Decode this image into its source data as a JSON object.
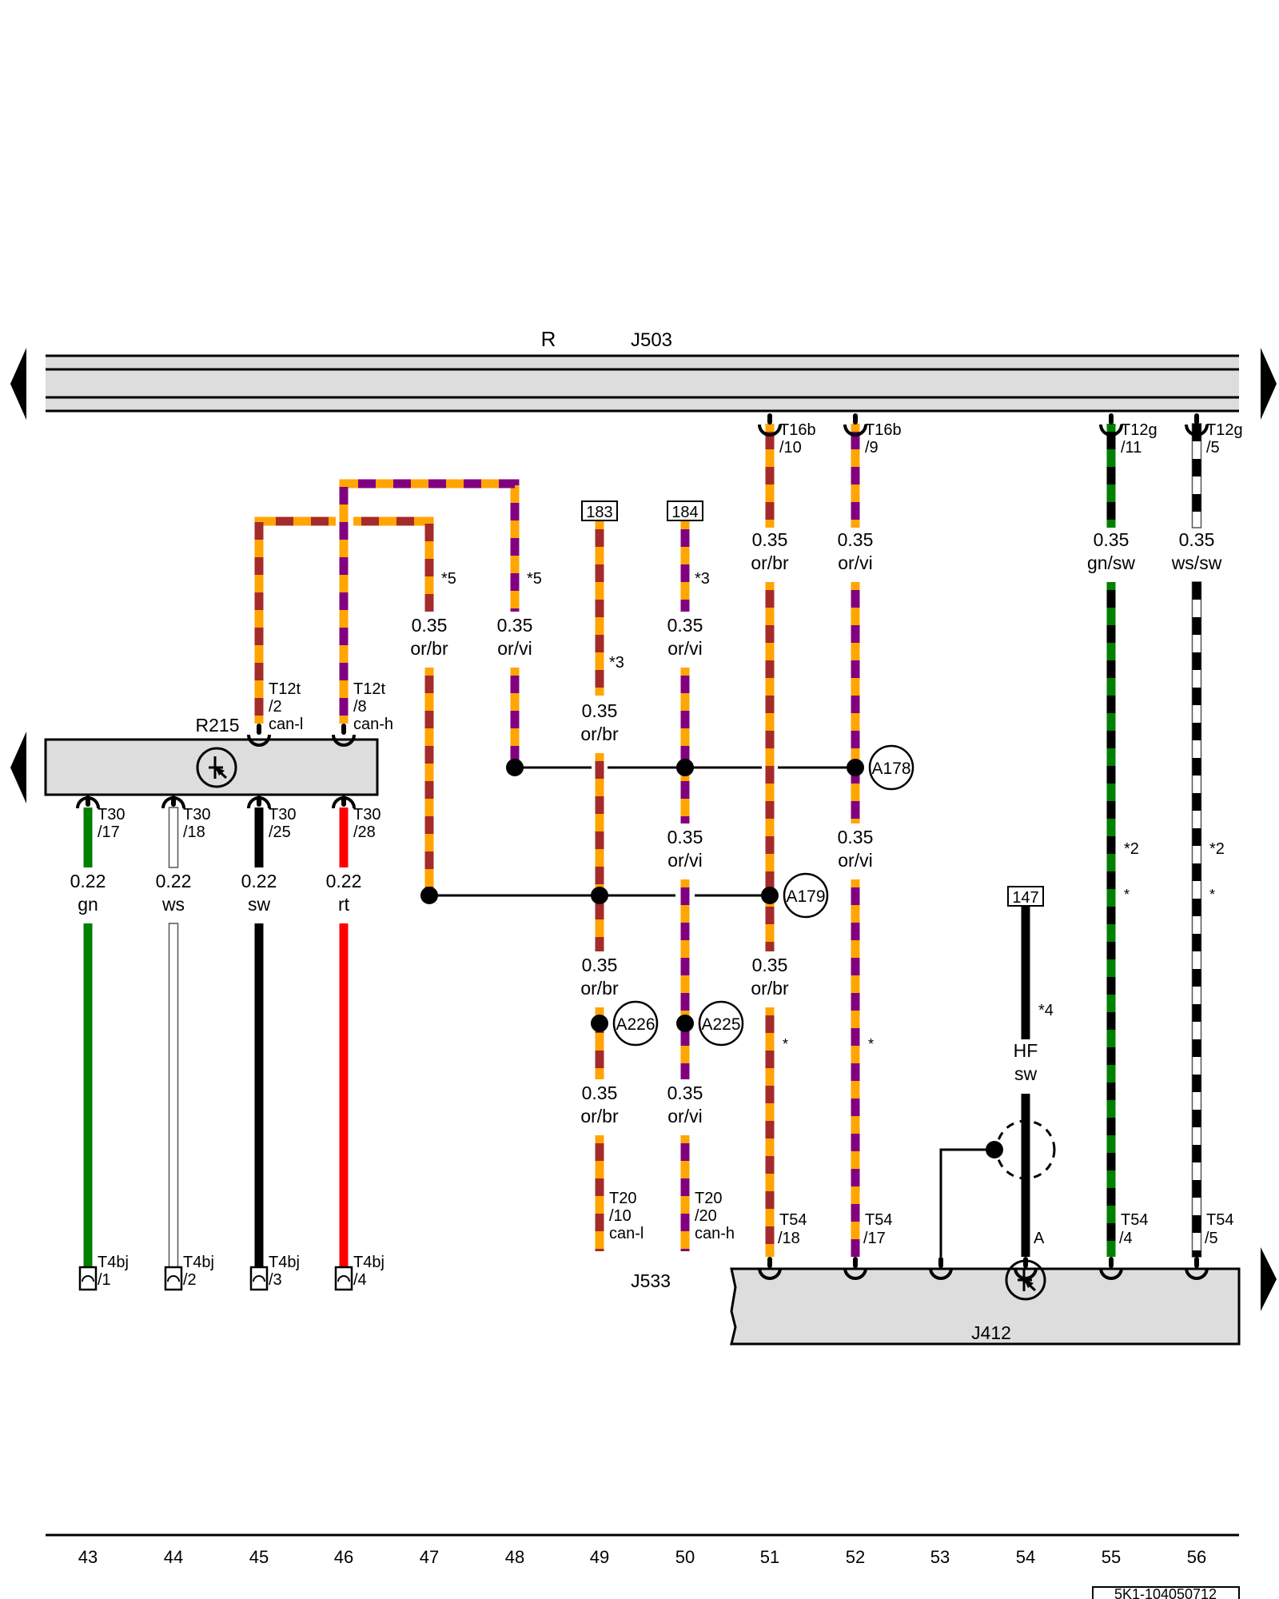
{
  "colors": {
    "or": "#FFA500",
    "br": "#A52A2A",
    "vi": "#800080",
    "gn": "#008000",
    "sw": "#000000",
    "ws": "#FFFFFF",
    "rt": "#FF0000",
    "bus_fill": "#DDDDDD"
  },
  "top_bus": {
    "labels": [
      "R",
      "J503"
    ]
  },
  "components": {
    "R215": {
      "label": "R215",
      "symbol": "transistor-icon"
    },
    "J533": {
      "label": "J533"
    },
    "J412": {
      "label": "J412",
      "symbol": "transistor-icon"
    }
  },
  "reference_boxes": [
    "183",
    "184",
    "147"
  ],
  "splices": [
    "A178",
    "A179",
    "A226",
    "A225"
  ],
  "footnotes": {
    "w47": "*5",
    "w48": "*5",
    "w49": "*3",
    "w50": "*3",
    "w51": "*",
    "w52": "*",
    "w54": "*4",
    "w55a": "*2",
    "w55b": "*",
    "w56a": "*2",
    "w56b": "*"
  },
  "wires": [
    {
      "id": "w43",
      "size": "0.22",
      "color": "gn"
    },
    {
      "id": "w44",
      "size": "0.22",
      "color": "ws"
    },
    {
      "id": "w45",
      "size": "0.22",
      "color": "sw"
    },
    {
      "id": "w46",
      "size": "0.22",
      "color": "rt"
    },
    {
      "id": "w47",
      "size": "0.35",
      "color": "or/br"
    },
    {
      "id": "w48",
      "size": "0.35",
      "color": "or/vi"
    },
    {
      "id": "w49a",
      "size": "0.35",
      "color": "or/br"
    },
    {
      "id": "w50a",
      "size": "0.35",
      "color": "or/vi"
    },
    {
      "id": "w51a",
      "size": "0.35",
      "color": "or/br"
    },
    {
      "id": "w52a",
      "size": "0.35",
      "color": "or/vi"
    },
    {
      "id": "w50b",
      "size": "0.35",
      "color": "or/vi"
    },
    {
      "id": "w52b",
      "size": "0.35",
      "color": "or/vi"
    },
    {
      "id": "w49b",
      "size": "0.35",
      "color": "or/br"
    },
    {
      "id": "w51b",
      "size": "0.35",
      "color": "or/br"
    },
    {
      "id": "w49c",
      "size": "0.35",
      "color": "or/br"
    },
    {
      "id": "w50c",
      "size": "0.35",
      "color": "or/vi"
    },
    {
      "id": "w54",
      "size": "HF",
      "color": "sw"
    },
    {
      "id": "w55",
      "size": "0.35",
      "color": "gn/sw"
    },
    {
      "id": "w56",
      "size": "0.35",
      "color": "ws/sw"
    }
  ],
  "pins": {
    "r215_top": [
      {
        "conn": "T12t",
        "pin": "/2",
        "sig": "can-l"
      },
      {
        "conn": "T12t",
        "pin": "/8",
        "sig": "can-h"
      }
    ],
    "r215_bottom": [
      {
        "conn": "T30",
        "pin": "/17"
      },
      {
        "conn": "T30",
        "pin": "/18"
      },
      {
        "conn": "T30",
        "pin": "/25"
      },
      {
        "conn": "T30",
        "pin": "/28"
      }
    ],
    "t4bj": [
      {
        "conn": "T4bj",
        "pin": "/1"
      },
      {
        "conn": "T4bj",
        "pin": "/2"
      },
      {
        "conn": "T4bj",
        "pin": "/3"
      },
      {
        "conn": "T4bj",
        "pin": "/4"
      }
    ],
    "j503": [
      {
        "conn": "T16b",
        "pin": "/10"
      },
      {
        "conn": "T16b",
        "pin": "/9"
      },
      {
        "conn": "T12g",
        "pin": "/11"
      },
      {
        "conn": "T12g",
        "pin": "/5"
      }
    ],
    "j533": [
      {
        "conn": "T20",
        "pin": "/10",
        "sig": "can-l"
      },
      {
        "conn": "T20",
        "pin": "/20",
        "sig": "can-h"
      }
    ],
    "j412": [
      {
        "conn": "T54",
        "pin": "/18"
      },
      {
        "conn": "T54",
        "pin": "/17"
      },
      {
        "conn": "",
        "pin": ""
      },
      {
        "conn": "",
        "pin": "A"
      },
      {
        "conn": "T54",
        "pin": "/4"
      },
      {
        "conn": "T54",
        "pin": "/5"
      }
    ]
  },
  "column_numbers": [
    "43",
    "44",
    "45",
    "46",
    "47",
    "48",
    "49",
    "50",
    "51",
    "52",
    "53",
    "54",
    "55",
    "56"
  ],
  "drawing_id": "5K1-104050712"
}
